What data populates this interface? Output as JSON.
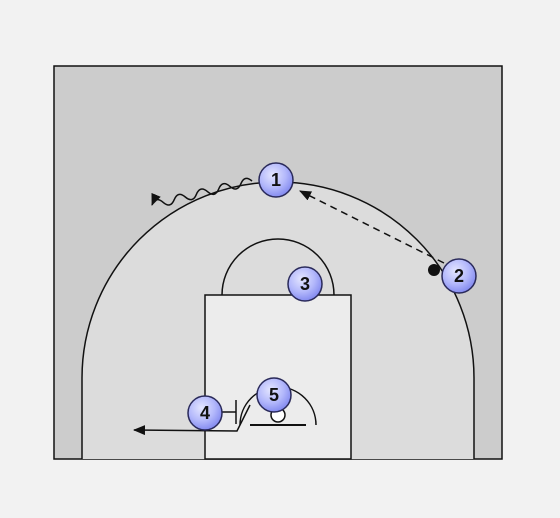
{
  "colors": {
    "page_background": "#f2f2f2",
    "court_outer": "#cccccc",
    "court_inside_arc": "#dcdcdc",
    "paint": "#ececec",
    "lines": "#111111",
    "player_fill": "#c4c8ff",
    "player_fill_dark": "#7d84ee",
    "player_stroke": "#2a2a5a"
  },
  "players": [
    {
      "id": "player-1",
      "label": "1"
    },
    {
      "id": "player-2",
      "label": "2"
    },
    {
      "id": "player-3",
      "label": "3"
    },
    {
      "id": "player-4",
      "label": "4"
    },
    {
      "id": "player-5",
      "label": "5"
    }
  ],
  "actions": [
    {
      "name": "dribble-arrow",
      "player": "1",
      "kind": "dribble"
    },
    {
      "name": "pass-arrow",
      "from": "2",
      "to": "1",
      "kind": "pass"
    },
    {
      "name": "cut-arrow",
      "player": "4",
      "kind": "cut"
    },
    {
      "name": "screen-marker",
      "player": "4",
      "kind": "screen"
    },
    {
      "name": "ball-marker",
      "player": "2",
      "kind": "ball"
    }
  ]
}
